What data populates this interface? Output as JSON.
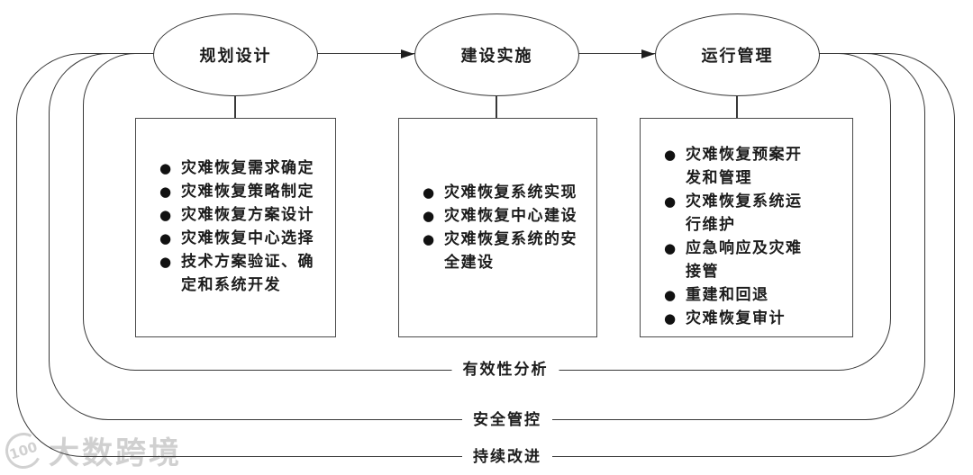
{
  "stages": [
    {
      "label": "规划设计",
      "items": [
        "灾难恢复需求确定",
        "灾难恢复策略制定",
        "灾难恢复方案设计",
        "灾难恢复中心选择",
        "技术方案验证、确定和系统开发"
      ]
    },
    {
      "label": "建设实施",
      "items": [
        "灾难恢复系统实现",
        "灾难恢复中心建设",
        "灾难恢复系统的安全建设"
      ]
    },
    {
      "label": "运行管理",
      "items": [
        "灾难恢复预案开发和管理",
        "灾难恢复系统运行维护",
        "应急响应及灾难接管",
        "重建和回退",
        "灾难恢复审计"
      ]
    }
  ],
  "loops": [
    {
      "label": "有效性分析"
    },
    {
      "label": "安全管控"
    },
    {
      "label": "持续改进"
    }
  ],
  "watermark": {
    "logo": "100",
    "text": "大数跨境"
  },
  "colors": {
    "line": "#383838",
    "text": "#1c1c1c",
    "box_border": "#4a4a4a",
    "watermark": "#cbcbcb",
    "background": "#ffffff"
  }
}
